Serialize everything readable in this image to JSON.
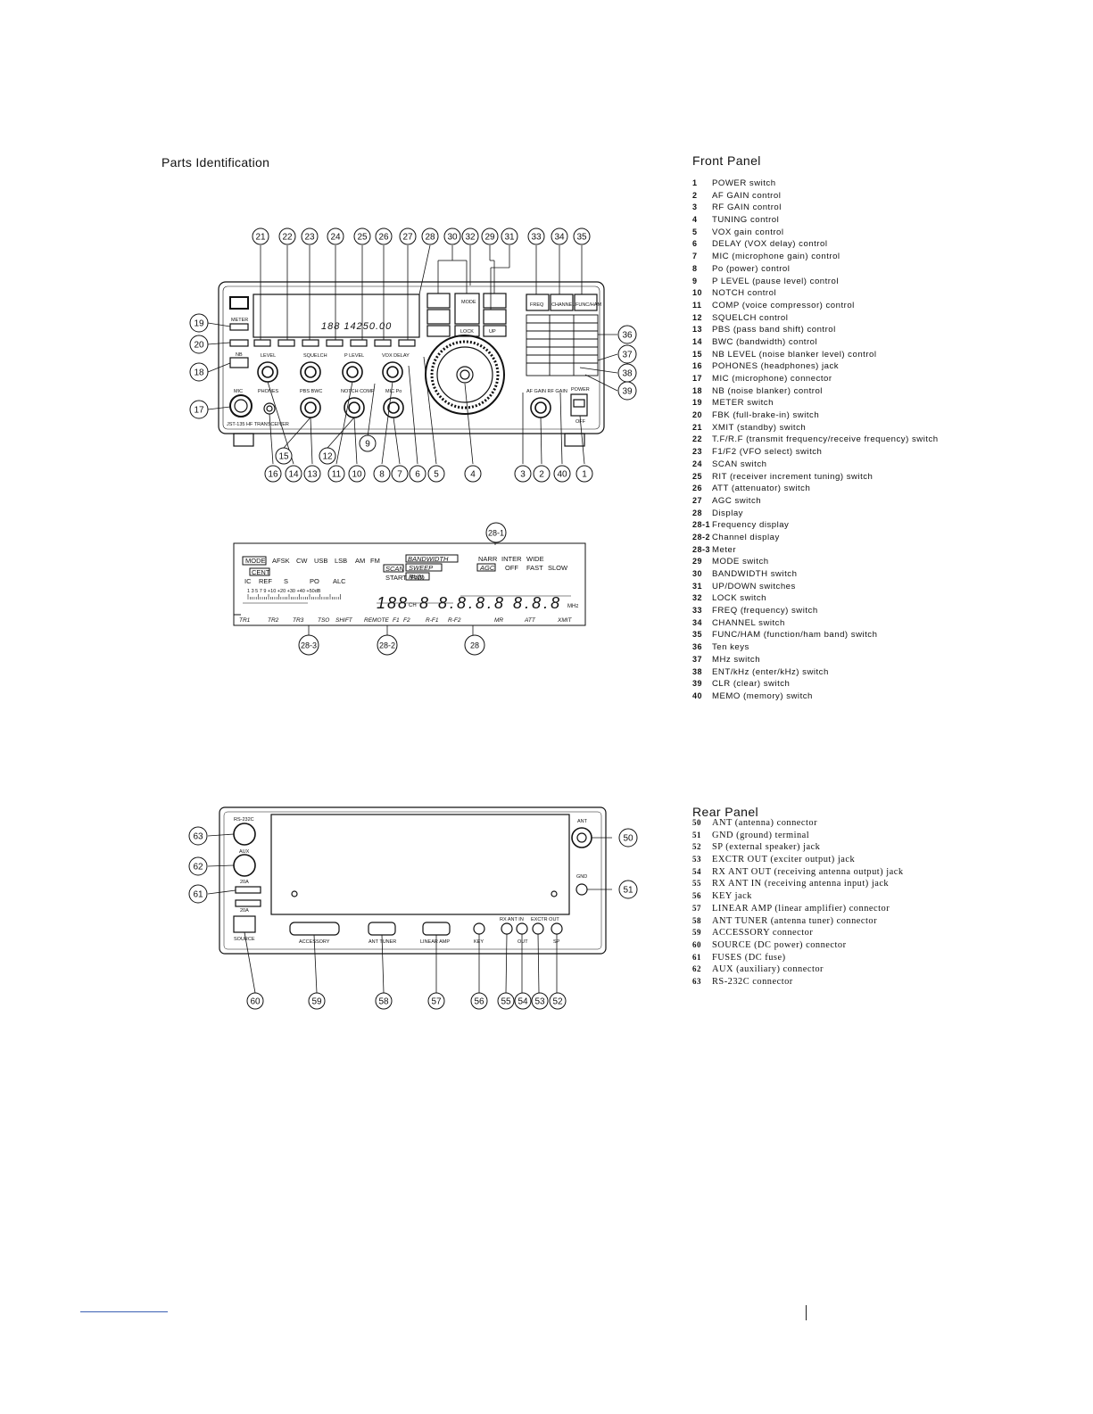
{
  "page_title": "Parts Identification",
  "front": {
    "title": "Front Panel",
    "items": [
      {
        "n": "1",
        "text": "POWER switch"
      },
      {
        "n": "2",
        "text": "AF GAIN control"
      },
      {
        "n": "3",
        "text": "RF GAIN control"
      },
      {
        "n": "4",
        "text": "TUNING control"
      },
      {
        "n": "5",
        "text": "VOX gain control"
      },
      {
        "n": "6",
        "text": "DELAY (VOX delay) control"
      },
      {
        "n": "7",
        "text": "MIC (microphone gain) control"
      },
      {
        "n": "8",
        "text": "Po (power) control"
      },
      {
        "n": "9",
        "text": "P LEVEL (pause level) control"
      },
      {
        "n": "10",
        "text": "NOTCH control"
      },
      {
        "n": "11",
        "text": "COMP (voice compressor) control"
      },
      {
        "n": "12",
        "text": "SQUELCH control"
      },
      {
        "n": "13",
        "text": "PBS (pass band shift) control"
      },
      {
        "n": "14",
        "text": "BWC (bandwidth) control"
      },
      {
        "n": "15",
        "text": "NB LEVEL (noise blanker level) control"
      },
      {
        "n": "16",
        "text": "POHONES (headphones) jack"
      },
      {
        "n": "17",
        "text": "MIC (microphone) connector"
      },
      {
        "n": "18",
        "text": "NB (noise blanker) control"
      },
      {
        "n": "19",
        "text": "METER switch"
      },
      {
        "n": "20",
        "text": "FBK (full-brake-in) switch"
      },
      {
        "n": "21",
        "text": "XMIT (standby) switch"
      },
      {
        "n": "22",
        "text": "T.F/R.F (transmit frequency/receive frequency) switch"
      },
      {
        "n": "23",
        "text": "F1/F2 (VFO select) switch"
      },
      {
        "n": "24",
        "text": "SCAN switch"
      },
      {
        "n": "25",
        "text": "RIT (receiver increment tuning) switch"
      },
      {
        "n": "26",
        "text": "ATT (attenuator) switch"
      },
      {
        "n": "27",
        "text": "AGC switch"
      },
      {
        "n": "28",
        "text": "Display"
      },
      {
        "n": "28-1",
        "text": "Frequency display"
      },
      {
        "n": "28-2",
        "text": "Channel display"
      },
      {
        "n": "28-3",
        "text": "Meter"
      },
      {
        "n": "29",
        "text": "MODE switch"
      },
      {
        "n": "30",
        "text": "BANDWIDTH switch"
      },
      {
        "n": "31",
        "text": "UP/DOWN switches"
      },
      {
        "n": "32",
        "text": "LOCK switch"
      },
      {
        "n": "33",
        "text": "FREQ (frequency) switch"
      },
      {
        "n": "34",
        "text": "CHANNEL switch"
      },
      {
        "n": "35",
        "text": "FUNC/HAM (function/ham band) switch"
      },
      {
        "n": "36",
        "text": "Ten keys"
      },
      {
        "n": "37",
        "text": "MHz switch"
      },
      {
        "n": "38",
        "text": "ENT/kHz (enter/kHz) switch"
      },
      {
        "n": "39",
        "text": "CLR (clear) switch"
      },
      {
        "n": "40",
        "text": "MEMO (memory) switch"
      }
    ]
  },
  "rear": {
    "title": "Rear Panel",
    "items": [
      {
        "n": "50",
        "text": "ANT (antenna) connector"
      },
      {
        "n": "51",
        "text": "GND (ground) terminal"
      },
      {
        "n": "52",
        "text": "SP (external speaker) jack"
      },
      {
        "n": "53",
        "text": "EXCTR OUT (exciter output) jack"
      },
      {
        "n": "54",
        "text": "RX ANT OUT (receiving antenna output) jack"
      },
      {
        "n": "55",
        "text": "RX ANT IN (receiving antenna input) jack"
      },
      {
        "n": "56",
        "text": "KEY jack"
      },
      {
        "n": "57",
        "text": "LINEAR AMP (linear amplifier) connector"
      },
      {
        "n": "58",
        "text": "ANT TUNER (antenna tuner) connector"
      },
      {
        "n": "59",
        "text": "ACCESSORY connector"
      },
      {
        "n": "60",
        "text": "SOURCE (DC power) connector"
      },
      {
        "n": "61",
        "text": "FUSES (DC fuse)"
      },
      {
        "n": "62",
        "text": "AUX (auxiliary) connector"
      },
      {
        "n": "63",
        "text": "RS-232C connector"
      }
    ]
  },
  "front_diagram": {
    "callouts_top": [
      "21",
      "22",
      "23",
      "24",
      "25",
      "26",
      "27",
      "28",
      "30",
      "32",
      "29",
      "31",
      "33",
      "34",
      "35"
    ],
    "callouts_bottom": [
      "16",
      "14",
      "13",
      "11",
      "10",
      "8",
      "7",
      "6",
      "5",
      "4",
      "3",
      "2",
      "40",
      "1"
    ],
    "callouts_side_left": [
      "19",
      "20",
      "18",
      "17"
    ],
    "callouts_side_right": [
      "36",
      "37",
      "38",
      "39"
    ],
    "callouts_mid": [
      "15",
      "12",
      "9"
    ],
    "panel_labels": {
      "freq_readout": "188 14250.00",
      "mode": "MODE",
      "lock": "LOCK",
      "up": "UP",
      "freq": "FREQ",
      "channel": "CHANNEL",
      "func_ham": "FUNC/HAM",
      "power": "POWER",
      "meter": "METER",
      "nb": "NB",
      "level": "LEVEL",
      "squelch": "SQUELCH",
      "p_level": "P LEVEL",
      "vox_delay": "VOX DELAY",
      "phones": "PHONES",
      "pbs_bwc": "PBS BWC",
      "notch_comp": "NOTCH COMP",
      "mic_po": "MIC Po",
      "af_rf": "AF GAIN RF GAIN",
      "mic": "MIC",
      "model": "JST-135 HF TRANSCEIVER",
      "off": "OFF"
    }
  },
  "display_diagram": {
    "top_row": [
      "MODE",
      "AFSK",
      "CW",
      "USB",
      "LSB",
      "AM",
      "FM"
    ],
    "bandwidth": "BANDWIDTH",
    "narr": "NARR",
    "inter": "INTER",
    "wide": "WIDE",
    "cent": "CENT",
    "scan": "SCAN",
    "sweep": "SWEEP",
    "start": "START",
    "end": "END",
    "agc": "AGC",
    "off": "OFF",
    "fast": "FAST",
    "slow": "SLOW",
    "run": "RUN",
    "meter_tags": [
      "IC",
      "REF",
      "S",
      "PO",
      "ALC"
    ],
    "scale": "1 3 5 7 9 +10 +20 +30 +40 +50dB",
    "digits_ch": "188",
    "ch": "CH",
    "digits_freq": "8 8.8.8.8 8.8.8",
    "mhz": "MHz",
    "bottom_row": [
      "TR1",
      "TR2",
      "TR3",
      "TSO",
      "SHIFT",
      "REMOTE",
      "F1",
      "F2",
      "R-F1",
      "R-F2",
      "MR",
      "ATT",
      "XMIT"
    ],
    "callouts": [
      "28-1",
      "28-3",
      "28-2",
      "28"
    ]
  },
  "rear_diagram": {
    "labels": {
      "rs232c": "RS-232C",
      "aux": "AUX",
      "fuse1": "20A",
      "fuse2": "20A",
      "source": "SOURCE",
      "accessory": "ACCESSORY",
      "ant_tuner": "ANT TUNER",
      "linear_amp": "LINEAR AMP",
      "key": "KEY",
      "rx_ant_in": "RX ANT IN",
      "rx_ant_out": "OUT",
      "exctr_out": "EXCTR OUT",
      "sp": "SP",
      "ant": "ANT",
      "gnd": "GND"
    },
    "callouts_bottom": [
      "60",
      "59",
      "58",
      "57",
      "56",
      "55",
      "54",
      "53",
      "52"
    ],
    "callouts_left": [
      "63",
      "62",
      "61"
    ],
    "callouts_right": [
      "50",
      "51"
    ]
  }
}
